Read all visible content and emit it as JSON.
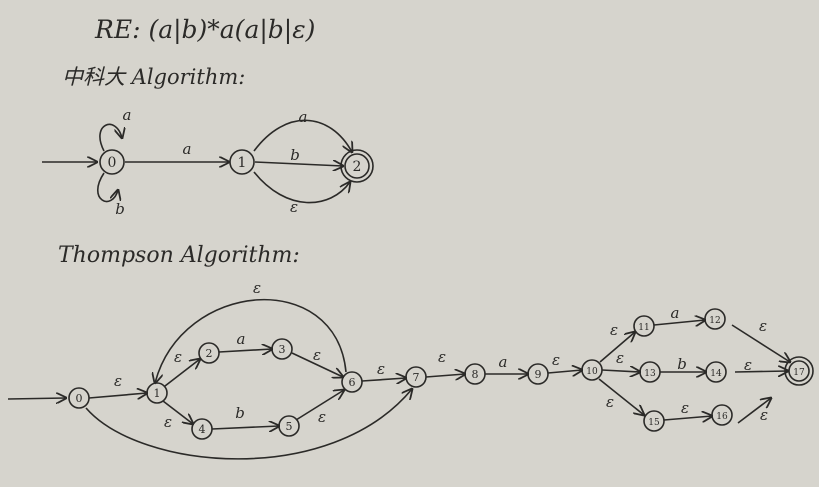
{
  "headings": {
    "regex": "RE: (a|b)*a(a|b|ε)",
    "method1": "中科大 Algorithm:",
    "method2": "Thompson Algorithm:"
  },
  "colors": {
    "paper": "#d6d4cd",
    "ink": "#2b2a28"
  },
  "nfa1": {
    "states": [
      {
        "id": "0",
        "start": true,
        "accept": false
      },
      {
        "id": "1",
        "start": false,
        "accept": false
      },
      {
        "id": "2",
        "start": false,
        "accept": true
      }
    ],
    "transitions": [
      {
        "from": "0",
        "to": "0",
        "label": "a"
      },
      {
        "from": "0",
        "to": "0",
        "label": "b"
      },
      {
        "from": "0",
        "to": "1",
        "label": "a"
      },
      {
        "from": "1",
        "to": "2",
        "label": "a"
      },
      {
        "from": "1",
        "to": "2",
        "label": "b"
      },
      {
        "from": "1",
        "to": "2",
        "label": "ε"
      }
    ]
  },
  "nfa2": {
    "states": [
      {
        "id": "0",
        "start": true,
        "accept": false
      },
      {
        "id": "1",
        "start": false,
        "accept": false
      },
      {
        "id": "2",
        "start": false,
        "accept": false
      },
      {
        "id": "3",
        "start": false,
        "accept": false
      },
      {
        "id": "4",
        "start": false,
        "accept": false
      },
      {
        "id": "5",
        "start": false,
        "accept": false
      },
      {
        "id": "6",
        "start": false,
        "accept": false
      },
      {
        "id": "7",
        "start": false,
        "accept": false
      },
      {
        "id": "8",
        "start": false,
        "accept": false
      },
      {
        "id": "9",
        "start": false,
        "accept": false
      },
      {
        "id": "10",
        "start": false,
        "accept": false
      },
      {
        "id": "11",
        "start": false,
        "accept": false
      },
      {
        "id": "12",
        "start": false,
        "accept": false
      },
      {
        "id": "13",
        "start": false,
        "accept": false
      },
      {
        "id": "14",
        "start": false,
        "accept": false
      },
      {
        "id": "15",
        "start": false,
        "accept": false
      },
      {
        "id": "16",
        "start": false,
        "accept": false
      },
      {
        "id": "17",
        "start": false,
        "accept": true
      }
    ],
    "transitions": [
      {
        "from": "0",
        "to": "1",
        "label": "ε"
      },
      {
        "from": "0",
        "to": "7",
        "label": ""
      },
      {
        "from": "1",
        "to": "2",
        "label": "ε"
      },
      {
        "from": "1",
        "to": "4",
        "label": "ε"
      },
      {
        "from": "2",
        "to": "3",
        "label": "a"
      },
      {
        "from": "4",
        "to": "5",
        "label": "b"
      },
      {
        "from": "3",
        "to": "6",
        "label": "ε"
      },
      {
        "from": "5",
        "to": "6",
        "label": "ε"
      },
      {
        "from": "6",
        "to": "1",
        "label": "ε"
      },
      {
        "from": "6",
        "to": "7",
        "label": "ε"
      },
      {
        "from": "7",
        "to": "8",
        "label": "ε"
      },
      {
        "from": "8",
        "to": "9",
        "label": "a"
      },
      {
        "from": "9",
        "to": "10",
        "label": "ε"
      },
      {
        "from": "10",
        "to": "11",
        "label": "ε"
      },
      {
        "from": "10",
        "to": "13",
        "label": "ε"
      },
      {
        "from": "10",
        "to": "15",
        "label": "ε"
      },
      {
        "from": "11",
        "to": "12",
        "label": "a"
      },
      {
        "from": "13",
        "to": "14",
        "label": "b"
      },
      {
        "from": "15",
        "to": "16",
        "label": "ε"
      },
      {
        "from": "12",
        "to": "17",
        "label": "ε"
      },
      {
        "from": "14",
        "to": "17",
        "label": "ε"
      },
      {
        "from": "16",
        "to": "17",
        "label": "ε"
      }
    ]
  }
}
